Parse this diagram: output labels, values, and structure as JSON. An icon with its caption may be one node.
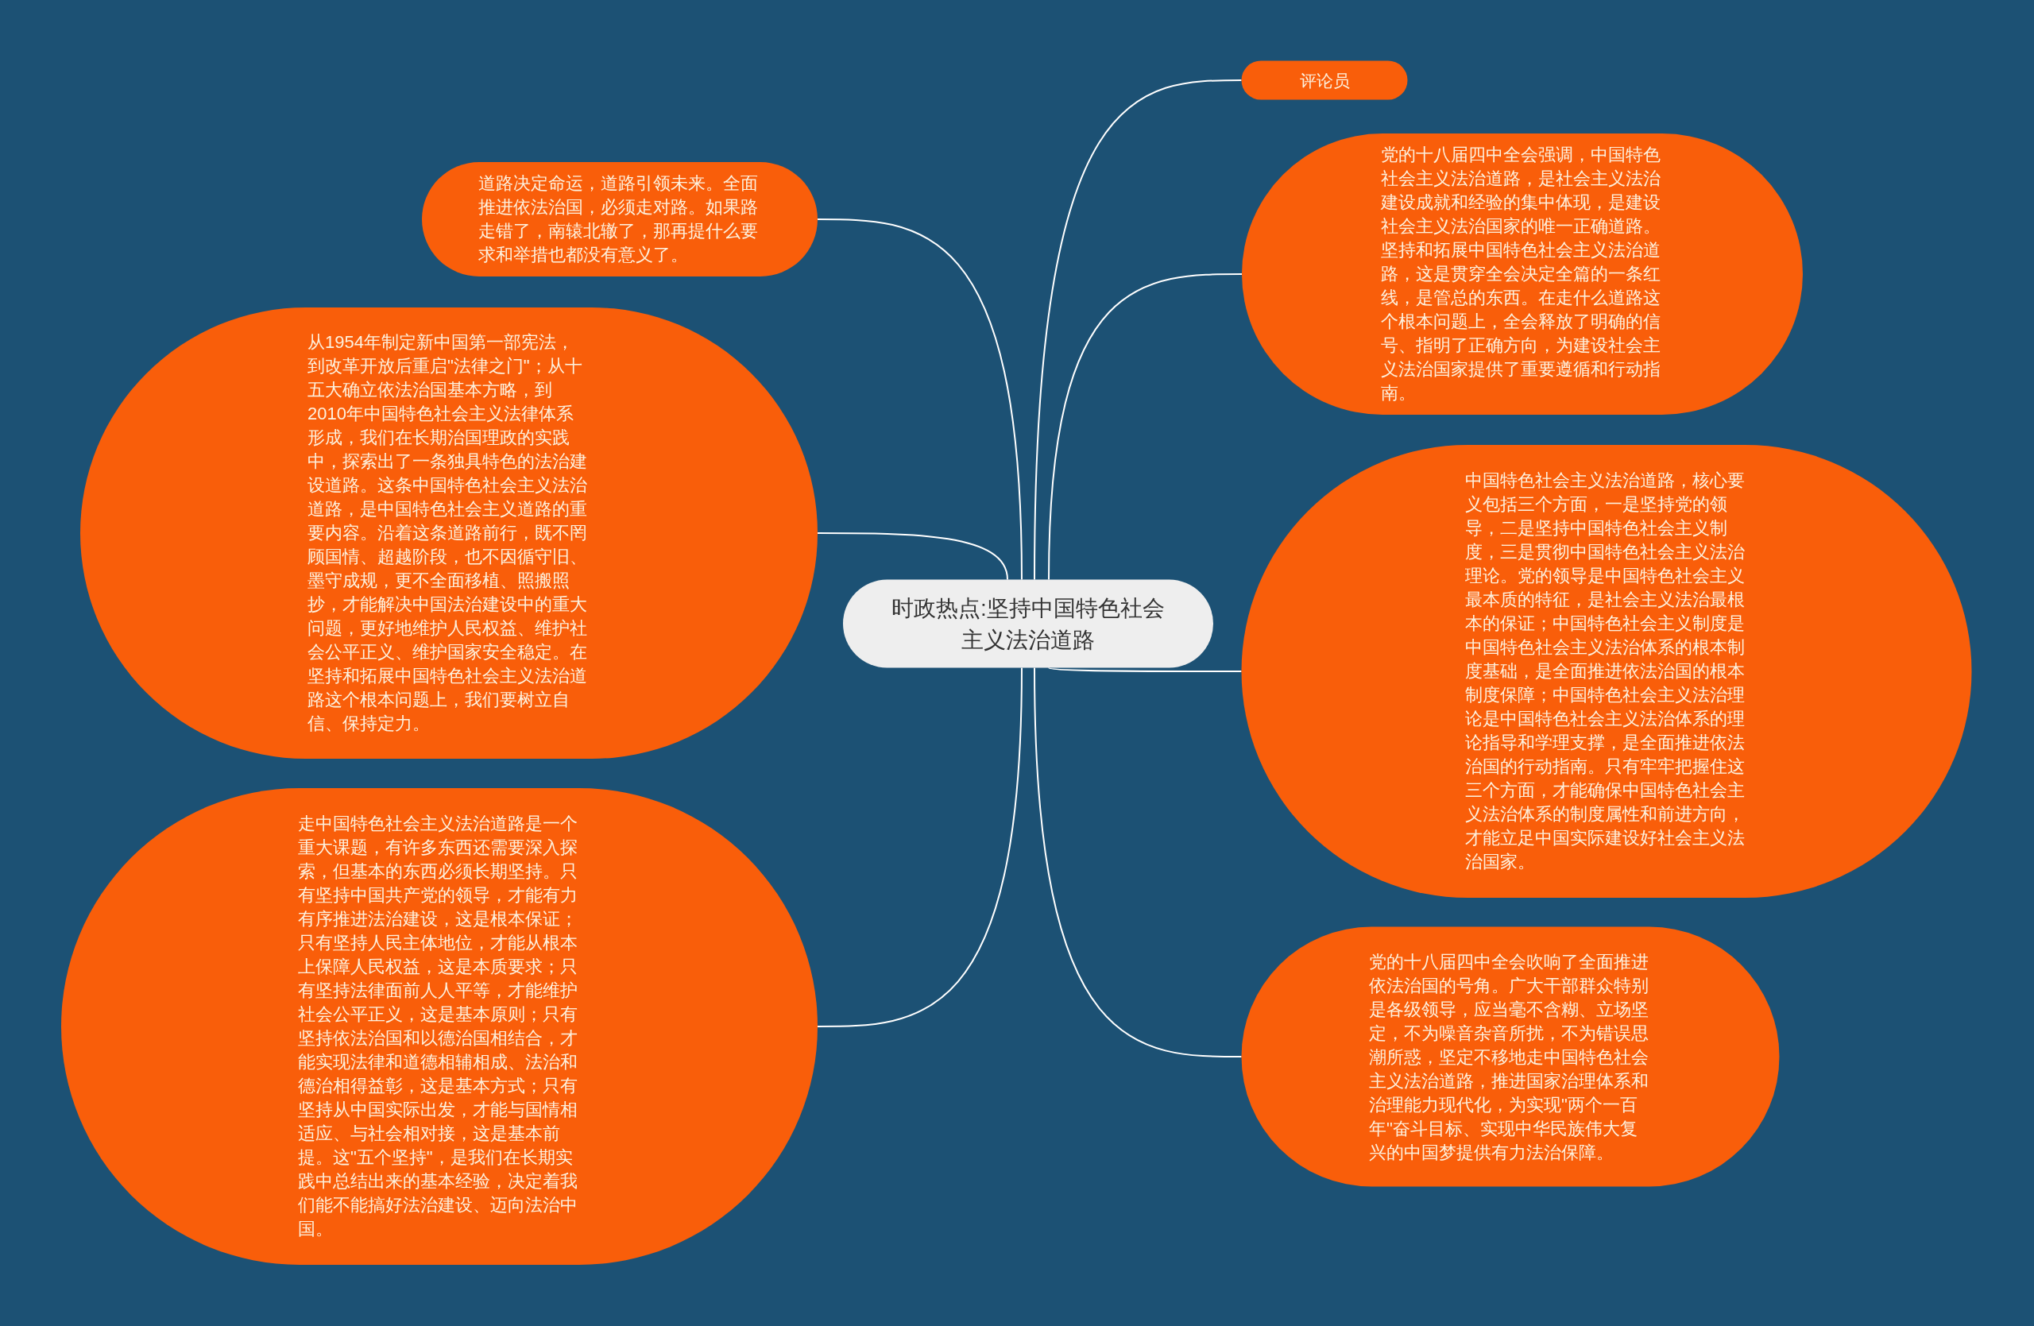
{
  "diagram": {
    "nodes": [
      {
        "text": [
          "时政热点:坚持中国特色社会主义法治道路"
        ]
      },
      {
        "text": [
          "评论员"
        ]
      },
      {
        "text": [
          "党的十八届四中全会强调，中国特色社会主义法治道路，是社会主义法治建设成就和经验的集中体现，是建设社会主义法治国家的唯一正确道路。坚持和拓展中国特色社会主义法治道路，这是贯穿全会决定全篇的一条红线，是管总的东西。在走什么道路这个根本问题上，全会释放了明确的信号、指明了正确方向，为建设社会主义法治国家提供了重要遵循和行动指南。"
        ]
      },
      {
        "text": [
          "中国特色社会主义法治道路，核心要义包括三个方面，一是坚持党的领导，二是坚持中国特色社会主义制度，三是贯彻中国特色社会主义法治理论。党的领导是中国特色社会主义最本质的特征，是社会主义法治最根本的保证；中国特色社会主义制度是中国特色社会主义法治体系的根本制度基础，是全面推进依法治国的根本制度保障；中国特色社会主义法治理论是中国特色社会主义法治体系的理论指导和学理支撑，是全面推进依法治国的行动指南。只有牢牢把握住这三个方面，才能确保中国特色社会主义法治体系的制度属性和前进方向，才能立足中国实际建设好社会主义法治国家。"
        ]
      },
      {
        "text": [
          "党的十八届四中全会吹响了全面推进依法治国的号角。广大干部群众特别是各级领导，应当毫不含糊、立场坚定，不为噪音杂音所扰，不为错误思潮所惑，坚定不移地走中国特色社会主义法治道路，推进国家治理体系和治理能力现代化，为实现\"两个一百年\"奋斗目标、实现中华民族伟大复兴的中国梦提供有力法治保障。"
        ]
      },
      {
        "text": [
          "道路决定命运，道路引领未来。全面推进依法治国，必须走对路。如果路走错了，南辕北辙了，那再提什么要求和举措也都没有意义了。"
        ]
      },
      {
        "text": [
          "从1954年制定新中国第一部宪法，到改革开放后重启\"法律之门\"；从十五大确立依法治国基本方略，到2010年中国特色社会主义法律体系形成，我们在长期治国理政的实践中，探索出了一条独具特色的法治建设道路。这条中国特色社会主义法治道路，是中国特色社会主义道路的重要内容。沿着这条道路前行，既不罔顾国情、超越阶段，也不因循守旧、墨守成规，更不全面移植、照搬照抄，才能解决中国法治建设中的重大问题，更好地维护人民权益、维护社会公平正义、维护国家安全稳定。在坚持和拓展中国特色社会主义法治道路这个根本问题上，我们要树立自信、保持定力。"
        ]
      },
      {
        "text": [
          "走中国特色社会主义法治道路是一个重大课题，有许多东西还需要深入探索，但基本的东西必须长期坚持。只有坚持中国共产党的领导，才能有力有序推进法治建设，这是根本保证；只有坚持人民主体地位，才能从根本上保障人民权益，这是本质要求；只有坚持法律面前人人平等，才能维护社会公平正义，这是基本原则；只有坚持依法治国和以德治国相结合，才能实现法律和道德相辅相成、法治和德治相得益彰，这是基本方式；只有坚持从中国实际出发，才能与国情相适应、与社会相对接，这是基本前提。这\"五个坚持\"，是我们在长期实践中总结出来的基本经验，决定着我们能不能搞好法治建设、迈向法治中国。"
        ]
      }
    ],
    "edges": [
      {
        "from": 0,
        "to": 1,
        "arrow": "none"
      },
      {
        "from": 0,
        "to": 2,
        "arrow": "none"
      },
      {
        "from": 0,
        "to": 3,
        "arrow": "none"
      },
      {
        "from": 0,
        "to": 4,
        "arrow": "none"
      },
      {
        "from": 0,
        "to": 5,
        "arrow": "none"
      },
      {
        "from": 0,
        "to": 6,
        "arrow": "none"
      },
      {
        "from": 0,
        "to": 7,
        "arrow": "none"
      }
    ]
  }
}
